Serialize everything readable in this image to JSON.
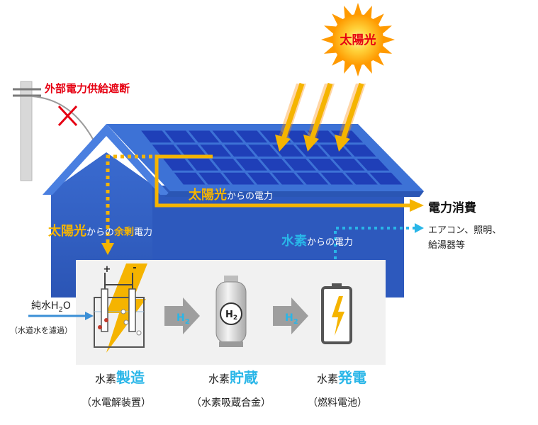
{
  "sun_label": "太陽光",
  "power_cut_label": "外部電力供給遮断",
  "solar_power": {
    "strong": "太陽光",
    "rest": "からの電力"
  },
  "surplus_power": {
    "strong": "太陽光",
    "mid": "からの",
    "hi": "余剰",
    "rest": "電力"
  },
  "hydrogen_power": {
    "strong": "水素",
    "rest": "からの電力"
  },
  "consumption": {
    "title": "電力消費",
    "line1": "エアコン、照明、",
    "line2": "給湯器等"
  },
  "input": {
    "label_prefix": "純水H",
    "label_sub": "2",
    "label_suffix": "O",
    "note": "（水道水を濾過）"
  },
  "electrolyzer_plus": "+",
  "electrolyzer_minus": "-",
  "arrow_h2_label": {
    "main": "H",
    "sub": "2"
  },
  "tank_h2_label": {
    "main": "H",
    "sub": "2"
  },
  "stages": [
    {
      "prefix": "水素",
      "keyword": "製造",
      "detail": "（水電解装置）"
    },
    {
      "prefix": "水素",
      "keyword": "貯蔵",
      "detail": "（水素吸蔵合金）"
    },
    {
      "prefix": "水素",
      "keyword": "発電",
      "detail": "（燃料電池）"
    }
  ],
  "colors": {
    "house_blue": "#2f5fc7",
    "roof_blue": "#3d72d6",
    "panel_blue": "#1f3fb8",
    "solar_yellow": "#f5b400",
    "hydrogen_cyan": "#29b6e8",
    "cut_red": "#e60012"
  }
}
